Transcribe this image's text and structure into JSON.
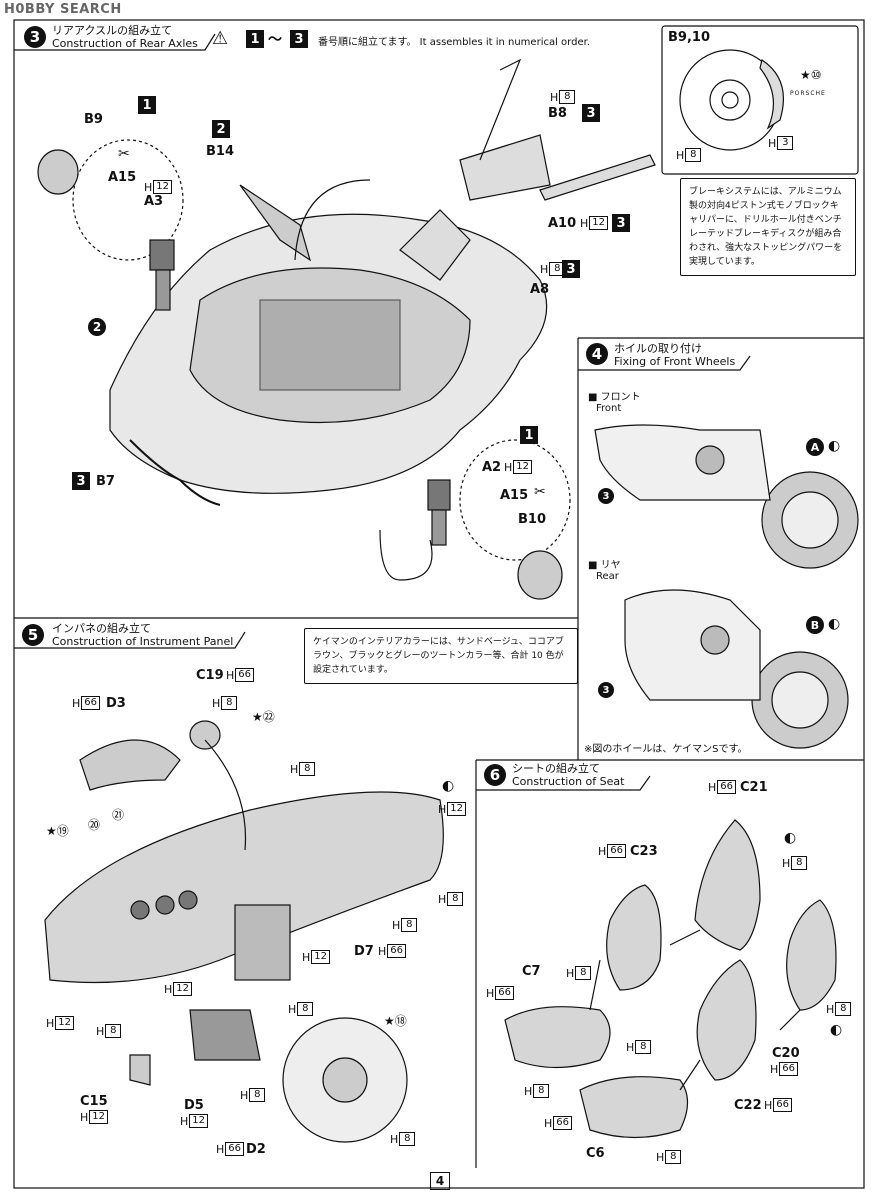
{
  "watermark": "H0BBY SEARCH",
  "page_number": "4",
  "step3": {
    "num": "3",
    "title_jp": "リアアクスルの組み立て",
    "title_en": "Construction of Rear Axles",
    "range_from": "1",
    "range_sep": "〜",
    "range_to": "3",
    "instruction": "番号順に組立てます。 It assembles it in numerical order.",
    "callout_b910": "B9,10",
    "porsche": "PORSCHE",
    "brake_note": "ブレーキシステムには、アルミニウム製の対向4ピストン式モノブロックキャリパーに、ドリルホール付きベンチレーテッドブレーキディスクが組み合わされ、強大なストッピングパワーを実現しています。"
  },
  "step4": {
    "num": "4",
    "title_jp": "ホイルの取り付け",
    "title_en": "Fixing of Front Wheels",
    "front_jp": "フロント",
    "front_en": "Front",
    "rear_jp": "リヤ",
    "rear_en": "Rear",
    "footnote": "※図のホイールは、ケイマンSです。"
  },
  "step5": {
    "num": "5",
    "title_jp": "インパネの組み立て",
    "title_en": "Construction of Instrument  Panel",
    "note": "ケイマンのインテリアカラーには、サンドベージュ、ココアブラウン、ブラックとグレーのツートンカラー等、合計 10 色が設定されています。"
  },
  "step6": {
    "num": "6",
    "title_jp": "シートの組み立て",
    "title_en": "Construction of Seat"
  },
  "labels": {
    "sq1": "1",
    "sq2": "2",
    "sq3": "3",
    "circ2": "2",
    "circ3": "3",
    "B9": "B9",
    "A15": "A15",
    "A3": "A3",
    "B14": "B14",
    "B8": "B8",
    "A10": "A10",
    "A8": "A8",
    "B7": "B7",
    "A2": "A2",
    "B10": "B10",
    "A": "A",
    "B": "B",
    "C19": "C19",
    "D3": "D3",
    "D7": "D7",
    "C15": "C15",
    "D5": "D5",
    "D2": "D2",
    "C21": "C21",
    "C23": "C23",
    "C7": "C7",
    "C20": "C20",
    "C22": "C22",
    "C6": "C6",
    "n10": "⑩",
    "n18": "⑱",
    "n19": "⑲",
    "n20": "⑳",
    "n21": "㉑",
    "n22": "㉒",
    "H": "H",
    "h8": "8",
    "h3": "3",
    "h12": "12",
    "h66": "66"
  }
}
